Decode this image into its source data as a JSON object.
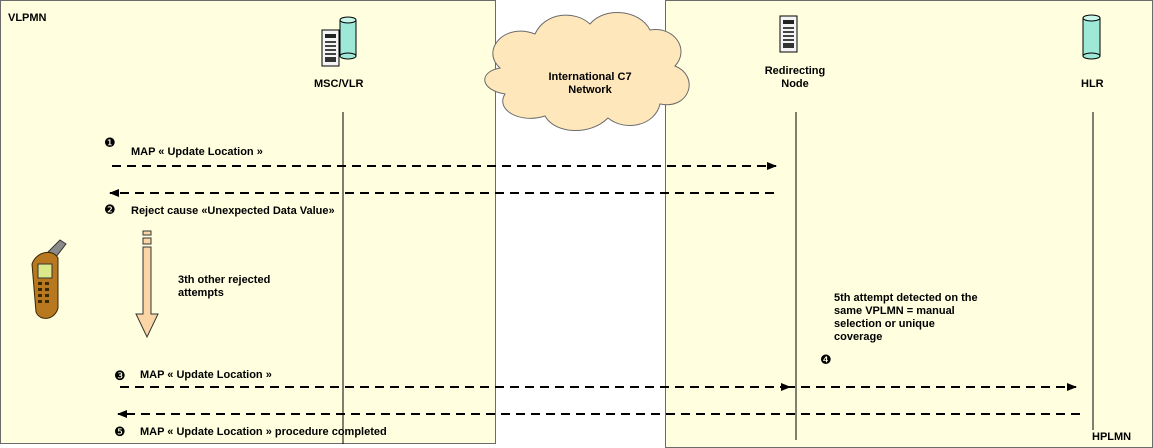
{
  "zones": {
    "visited": "VLPMN",
    "home": "HPLMN"
  },
  "nodes": {
    "msc_vlr": "MSC/VLR",
    "redirecting_node_line1": "Redirecting",
    "redirecting_node_line2": "Node",
    "hlr": "HLR"
  },
  "network": {
    "line1": "International C7",
    "line2": "Network"
  },
  "steps": [
    {
      "number": "❶",
      "text": "MAP « Update Location »"
    },
    {
      "number": "❷",
      "text": "Reject cause «Unexpected Data Value»"
    },
    {
      "number": "❸",
      "text": "MAP « Update Location »"
    },
    {
      "number": "❹",
      "text": ""
    },
    {
      "number": "❺",
      "text": "MAP « Update Location » procedure completed"
    }
  ],
  "notes": {
    "rejected_attempts_line1": "3th other rejected",
    "rejected_attempts_line2": "attempts",
    "detection_line1": "5th attempt detected on the",
    "detection_line2": "same VPLMN = manual",
    "detection_line3": "selection or unique",
    "detection_line4": "coverage"
  },
  "colors": {
    "zone_fill": "#ffffe0",
    "cloud_fill": "#ffe7bc",
    "cylinder_fill": "#9ee8d8",
    "arrow_fill": "#fbd5a5",
    "phone_body": "#b87820"
  }
}
